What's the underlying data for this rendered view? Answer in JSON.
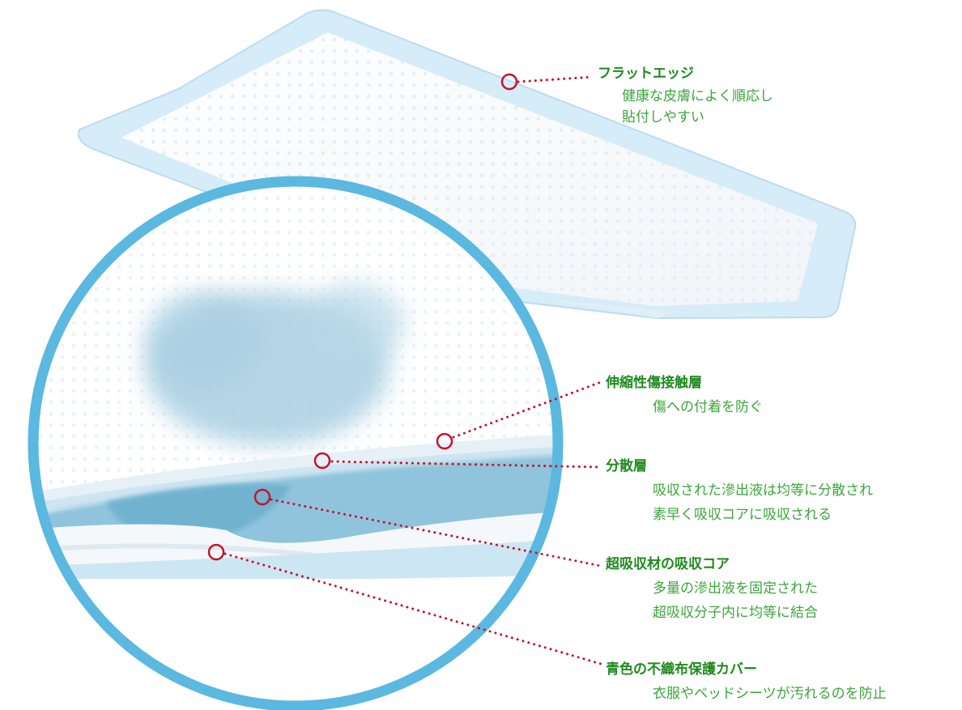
{
  "colors": {
    "ring": "#5bb8e0",
    "callout_dots": "#c4142e",
    "title_green": "#1f8a1f",
    "desc_green": "#3aa63a",
    "pad_border": "#cfe8f6"
  },
  "callouts": {
    "flat_edge": {
      "title": "フラットエッジ",
      "lines": [
        "健康な皮膚によく順応し",
        "貼付しやすい"
      ]
    },
    "wound_layer": {
      "title": "伸縮性傷接触層",
      "lines": [
        "傷への付着を防ぐ"
      ]
    },
    "disperse": {
      "title": "分散層",
      "lines": [
        "吸収された滲出液は均等に分散され",
        "素早く吸収コアに吸収される"
      ]
    },
    "core": {
      "title": "超吸収材の吸収コア",
      "lines": [
        "多量の滲出液を固定された",
        "超吸収分子内に均等に結合"
      ]
    },
    "cover": {
      "title": "青色の不織布保護カバー",
      "lines": [
        "衣服やベッドシーツが汚れるのを防止"
      ]
    }
  }
}
